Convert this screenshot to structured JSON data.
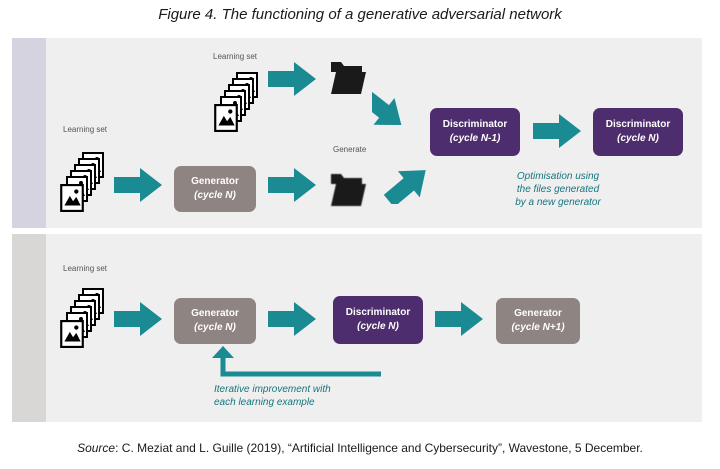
{
  "title": "Figure 4. The functioning of a generative adversarial network",
  "colors": {
    "arrow": "#1a8a93",
    "purple": "#4e2d6e",
    "gray": "#8e8481",
    "note": "#16757e"
  },
  "panel1": {
    "learning_set_top": "Learning set",
    "learning_set_left": "Learning set",
    "generate_label": "Generate",
    "generator": {
      "title": "Generator",
      "sub": "(cycle N)"
    },
    "discriminator_prev": {
      "title": "Discriminator",
      "sub": "(cycle N-1)"
    },
    "discriminator_next": {
      "title": "Discriminator",
      "sub": "(cycle N)"
    },
    "optimisation_note": [
      "Optimisation using",
      "the files generated",
      "by a new generator"
    ],
    "icons": [
      "image-stack-icon",
      "folder-icon",
      "folder-blurred-icon"
    ]
  },
  "panel2": {
    "learning_set": "Learning set",
    "generator": {
      "title": "Generator",
      "sub": "(cycle N)"
    },
    "discriminator": {
      "title": "Discriminator",
      "sub": "(cycle N)"
    },
    "generator_next": {
      "title": "Generator",
      "sub": "(cycle N+1)"
    },
    "iterative_note": [
      "Iterative improvement with",
      "each learning example"
    ]
  },
  "source": {
    "label": "Source",
    "text": ": C. Meziat and L. Guille (2019), “Artificial Intelligence and Cybersecurity”, Wavestone, 5 December."
  }
}
